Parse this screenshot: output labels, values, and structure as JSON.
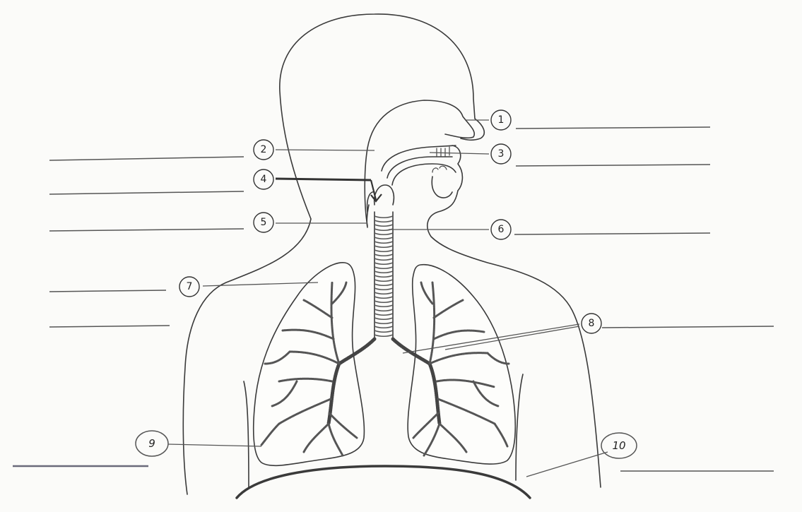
{
  "labels": {
    "n1": "1",
    "n2": "2",
    "n3": "3",
    "n4": "4",
    "n5": "5",
    "n6": "6",
    "n7": "7",
    "n8": "8",
    "n9": "9",
    "n10": "10"
  }
}
